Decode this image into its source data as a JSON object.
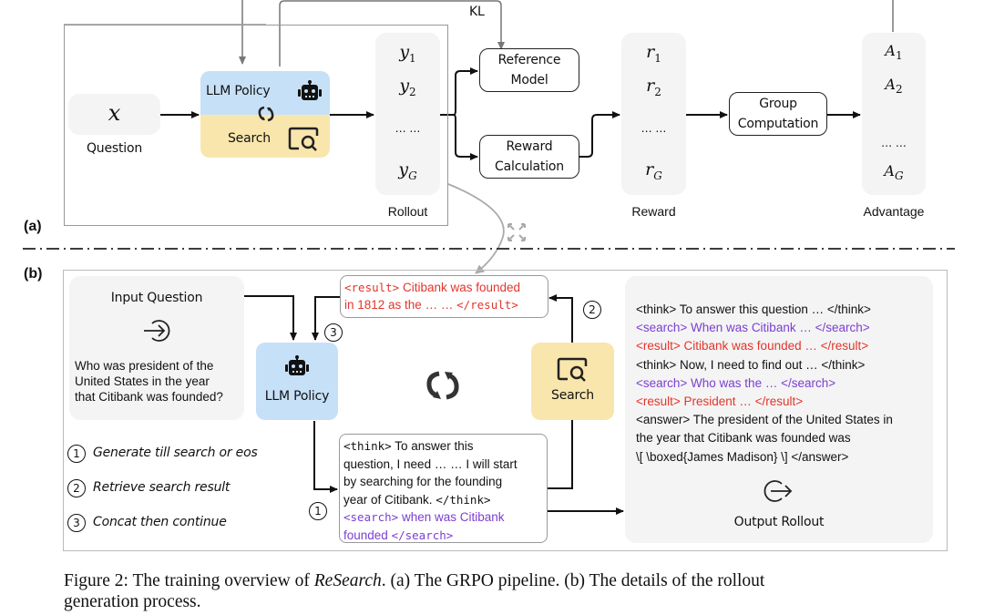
{
  "panel_a": {
    "label": "(a)",
    "kl_label": "KL",
    "question": {
      "symbol": "x",
      "label": "Question"
    },
    "policy_box": {
      "llm_label": "LLM Policy",
      "search_label": "Search",
      "colors": {
        "llm": "#c6e0f8",
        "search": "#f9e6ad"
      }
    },
    "rollout": {
      "items": [
        {
          "base": "y",
          "sub": "1"
        },
        {
          "base": "y",
          "sub": "2"
        },
        {
          "base": "… …",
          "sub": ""
        },
        {
          "base": "y",
          "sub": "G"
        }
      ],
      "label": "Rollout"
    },
    "reference_model": {
      "line1": "Reference",
      "line2": "Model"
    },
    "reward_calculation": {
      "line1": "Reward",
      "line2": "Calculation"
    },
    "reward": {
      "items": [
        {
          "base": "r",
          "sub": "1"
        },
        {
          "base": "r",
          "sub": "2"
        },
        {
          "base": "… …",
          "sub": ""
        },
        {
          "base": "r",
          "sub": "G"
        }
      ],
      "label": "Reward"
    },
    "group_computation": {
      "line1": "Group",
      "line2": "Computation"
    },
    "advantage": {
      "items": [
        {
          "base": "A",
          "sub": "1"
        },
        {
          "base": "A",
          "sub": "2"
        },
        {
          "base": "… …",
          "sub": ""
        },
        {
          "base": "A",
          "sub": "G"
        }
      ],
      "label": "Advantage"
    }
  },
  "panel_b": {
    "label": "(b)",
    "input_question": {
      "title": "Input Question",
      "text_lines": [
        "Who was president of the",
        "United States in the year",
        "that Citibank was founded?"
      ]
    },
    "llm_policy_label": "LLM Policy",
    "search_label": "Search",
    "result_box": {
      "line1": "<result> Citibank was founded",
      "line2": "in 1812 as the … … </result>"
    },
    "think_box": {
      "think_lines": [
        "<think> To answer this",
        "question, I need … … I will start",
        "by searching for the founding",
        "year of Citibank. </think>"
      ],
      "search_lines": [
        "<search> when was Citibank",
        "founded </search>"
      ]
    },
    "steps": [
      {
        "num": "1",
        "text": "Generate till search or eos"
      },
      {
        "num": "2",
        "text": "Retrieve search result"
      },
      {
        "num": "3",
        "text": "Concat then continue"
      }
    ],
    "output": {
      "lines": [
        {
          "text": "<think> To answer this question … </think>",
          "color": "black"
        },
        {
          "text": "<search> When was Citibank … </search>",
          "color": "purple"
        },
        {
          "text": "<result> Citibank was founded … </result>",
          "color": "red"
        },
        {
          "text": "<think> Now, I need to find out … </think>",
          "color": "black"
        },
        {
          "text": "<search> Who was the … </search>",
          "color": "purple"
        },
        {
          "text": "<result>  President  … </result>",
          "color": "red"
        },
        {
          "text": "<answer> The president of the United States in",
          "color": "black"
        },
        {
          "text": "the year that Citibank was founded was",
          "color": "black"
        },
        {
          "text": "\\[ \\boxed{James Madison} \\] </answer>",
          "color": "black"
        }
      ],
      "label": "Output Rollout"
    },
    "colors": {
      "red": "#e2352b",
      "purple": "#7b3fd0"
    }
  },
  "caption": {
    "prefix": "Figure 2: The training overview of ",
    "name": "ReSearch",
    "suffix_line1": ". (a) The GRPO pipeline. (b) The details of the rollout",
    "line2": "generation process."
  }
}
